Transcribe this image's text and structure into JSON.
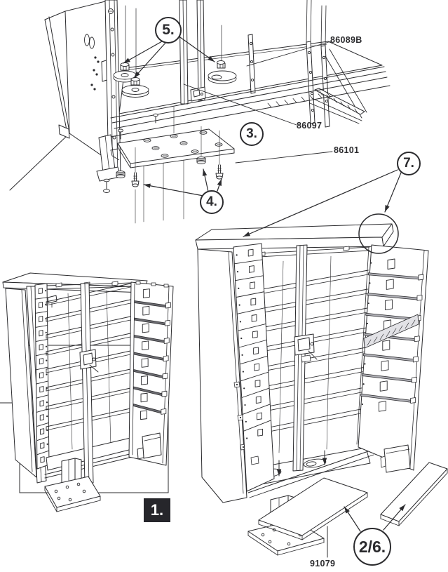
{
  "figures": {
    "bottom_detail": {
      "callout_5": "5.",
      "callout_3": "3.",
      "callout_4": "4.",
      "part_86089b": "86089B",
      "part_86097": "86097",
      "part_86101": "86101"
    },
    "cabinet_step1": {
      "step_label": "1."
    },
    "cabinet_main": {
      "callout_7": "7.",
      "callout_2_6": "2/6.",
      "part_91079": "91079"
    }
  },
  "colors": {
    "line": "#2b2b2e",
    "step_box_bg": "#26262b",
    "background": "#ffffff"
  }
}
